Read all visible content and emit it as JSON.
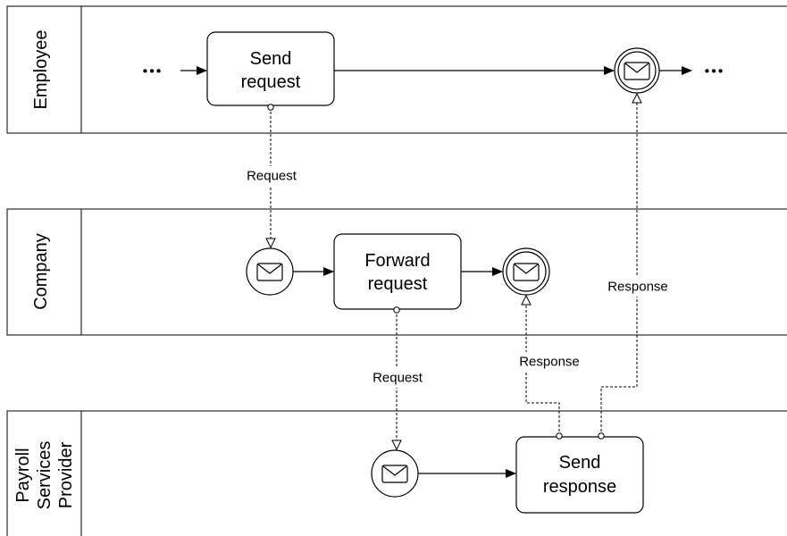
{
  "diagram": {
    "lanes": [
      {
        "name": "Employee"
      },
      {
        "name": "Company"
      },
      {
        "name": "Payroll Services Provider",
        "lines": [
          "Payroll",
          "Services",
          "Provider"
        ]
      }
    ],
    "tasks": {
      "send_request": [
        "Send",
        "request"
      ],
      "forward_request": [
        "Forward",
        "request"
      ],
      "send_response": [
        "Send",
        "response"
      ]
    },
    "message_flows": {
      "employee_to_company": "Request",
      "company_to_provider": "Request",
      "provider_to_company": "Response",
      "provider_to_employee": "Response"
    },
    "ellipsis": "•••",
    "icons": [
      "envelope-icon"
    ],
    "colors": {
      "stroke": "#000000",
      "background": "#ffffff"
    }
  }
}
